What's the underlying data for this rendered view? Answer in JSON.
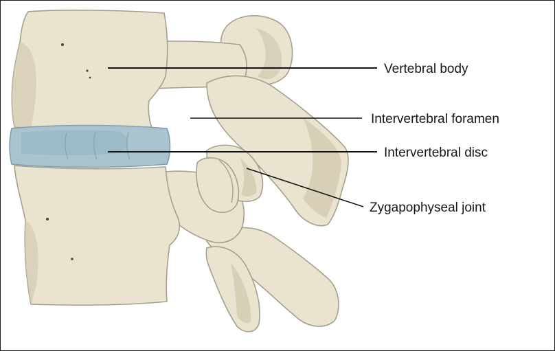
{
  "labels": {
    "vertebral_body": "Vertebral body",
    "intervertebral_foramen": "Intervertebral foramen",
    "intervertebral_disc": "Intervertebral disc",
    "zygapophyseal_joint": "Zygapophyseal joint"
  },
  "colors": {
    "bone_fill": "#e9e3cf",
    "bone_shadow": "#d3cbb2",
    "bone_outline": "#a59f8c",
    "disc_fill": "#a9c3cf",
    "disc_shadow": "#8fafbd",
    "leader_line": "#111111"
  }
}
